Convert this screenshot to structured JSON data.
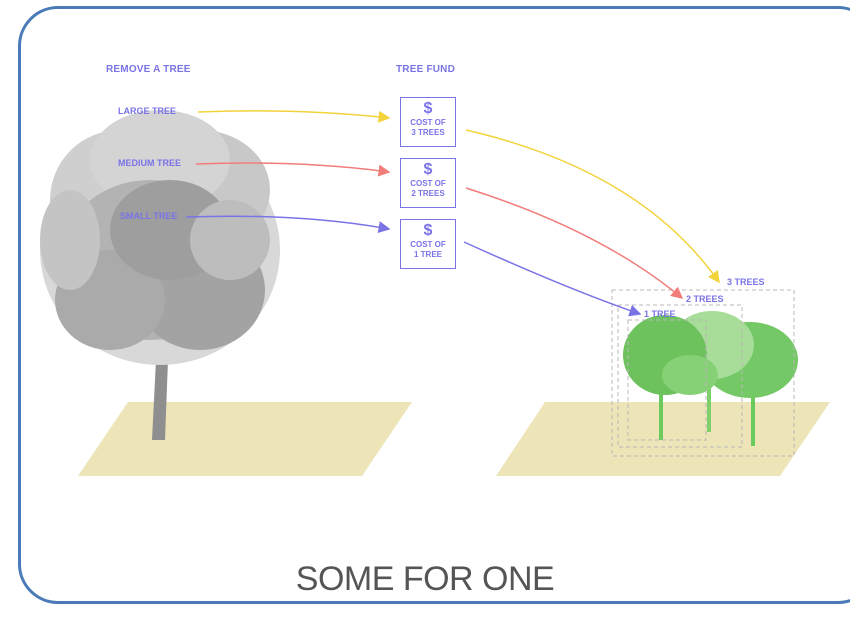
{
  "headers": {
    "remove": "REMOVE A TREE",
    "fund": "TREE FUND"
  },
  "tree_labels": {
    "large": "LARGE TREE",
    "medium": "MEDIUM TREE",
    "small": "SMALL TREE"
  },
  "fund_boxes": {
    "large": {
      "symbol": "$",
      "line1": "COST OF",
      "line2": "3 TREES"
    },
    "medium": {
      "symbol": "$",
      "line1": "COST OF",
      "line2": "2 TREES"
    },
    "small": {
      "symbol": "$",
      "line1": "COST OF",
      "line2": "1 TREE"
    }
  },
  "replacement_counts": {
    "three": "3 TREES",
    "two": "2 TREES",
    "one": "1 TREE"
  },
  "title": "SOME FOR ONE",
  "colors": {
    "frame": "#4a7ab8",
    "label": "#7a73e6",
    "large_arrow": "#f2d33c",
    "medium_arrow": "#f07d7a",
    "small_arrow": "#7a73e6",
    "ground": "#ede4b8",
    "old_tree": "#9a9a9a",
    "young_tree": "#7fcf6a"
  }
}
